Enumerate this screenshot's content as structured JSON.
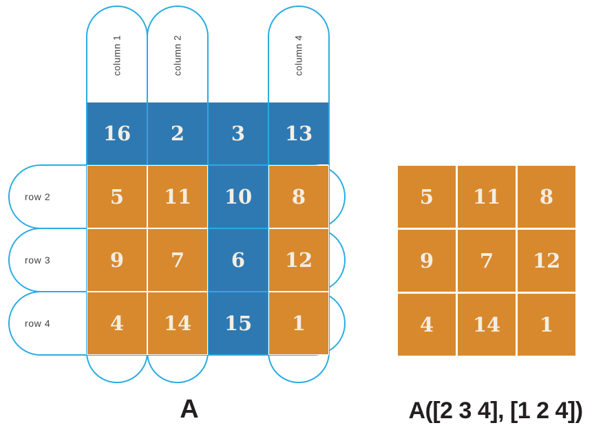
{
  "left_panel": {
    "caption": "A",
    "column_labels": [
      "column 1",
      "column 2",
      "column 4"
    ],
    "row_labels": [
      "row 2",
      "row 3",
      "row 4"
    ],
    "matrix": [
      [
        16,
        2,
        3,
        13
      ],
      [
        5,
        11,
        10,
        8
      ],
      [
        9,
        7,
        6,
        12
      ],
      [
        4,
        14,
        15,
        1
      ]
    ],
    "selected_rows": [
      2,
      3,
      4
    ],
    "selected_cols": [
      1,
      2,
      4
    ]
  },
  "right_panel": {
    "caption": "A([2 3 4], [1 2 4])",
    "matrix": [
      [
        5,
        11,
        8
      ],
      [
        9,
        7,
        12
      ],
      [
        4,
        14,
        1
      ]
    ]
  },
  "colors": {
    "selected_fill": "#D8892E",
    "unselected_fill": "#2F79B2",
    "outline": "#29ABE2",
    "number_text": "#F3EEE4",
    "label_text": "#414042",
    "caption_text": "#231F20"
  }
}
